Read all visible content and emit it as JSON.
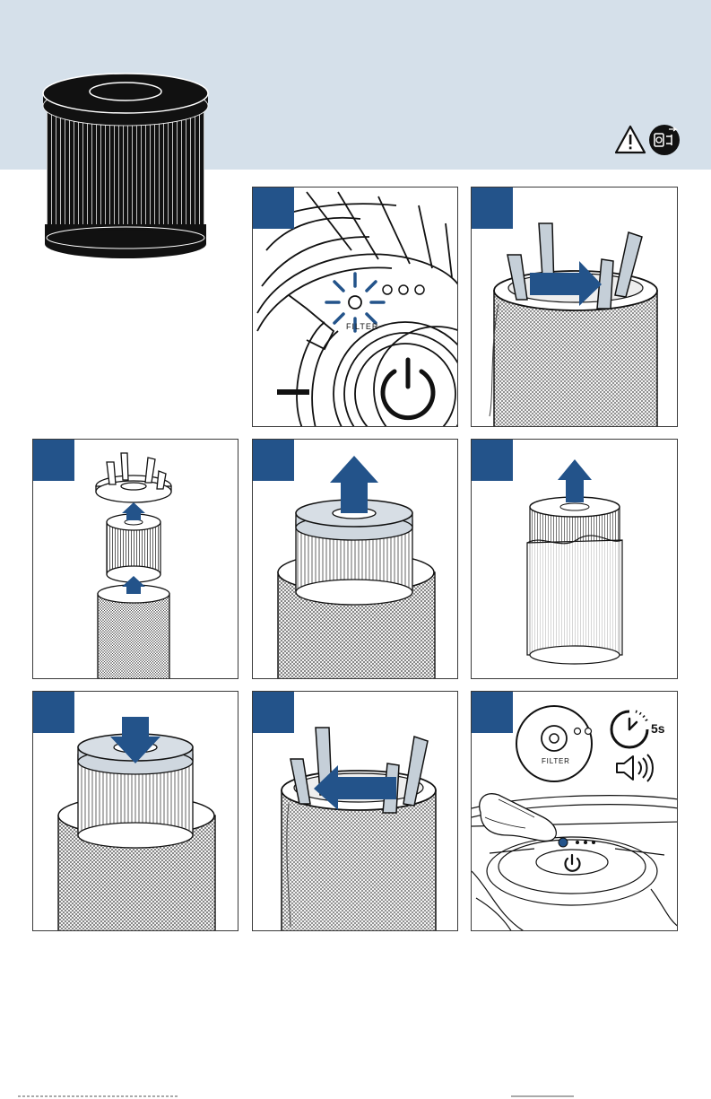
{
  "indicator": {
    "filter_label": "FILTER",
    "filter_label_inset": "FILTER",
    "timer_label": "5s"
  },
  "icons": {
    "warning": "warning-triangle-icon",
    "unplug": "unplug-icon",
    "power": "power-icon",
    "timer": "timer-icon",
    "sound": "speaker-sound-icon"
  },
  "colors": {
    "header_band": "#d5e0ea",
    "step_badge": "#23538a",
    "accent_arrow": "#23538a"
  }
}
